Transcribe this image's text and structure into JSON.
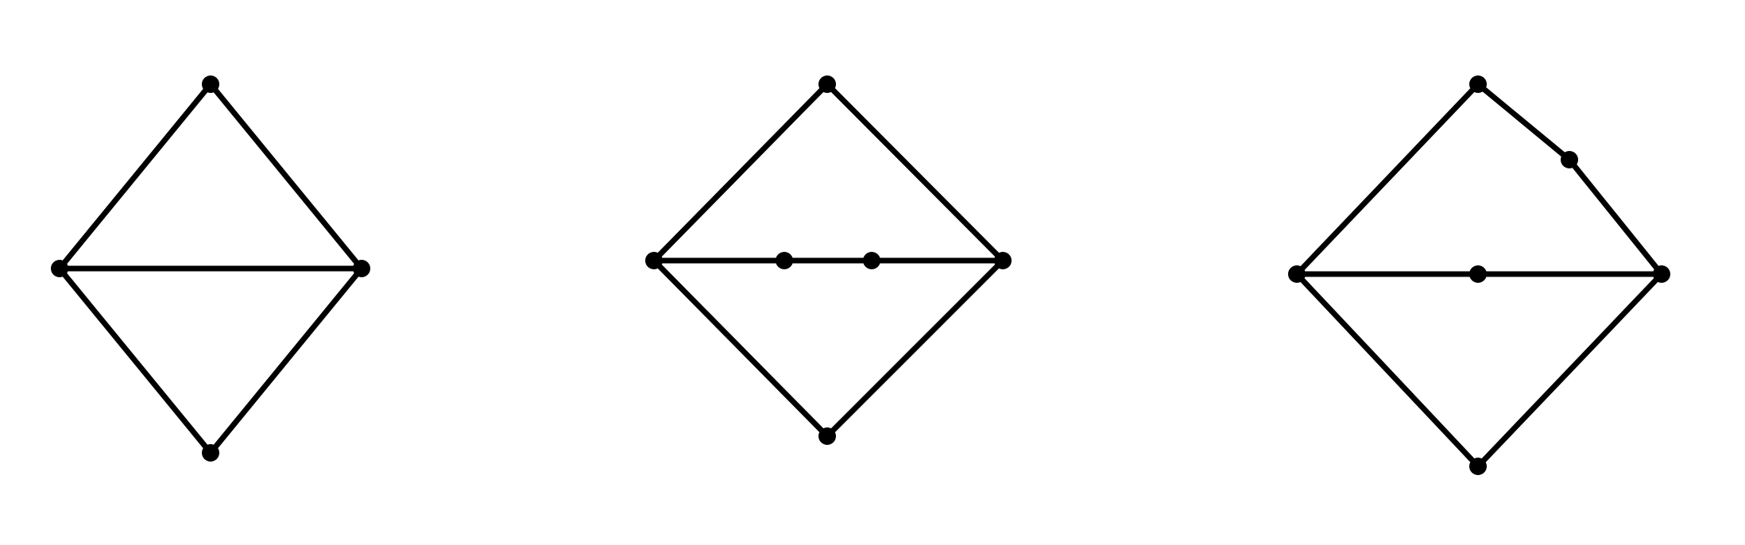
{
  "diagram": {
    "stroke_color": "#000000",
    "node_color": "#000000",
    "background": "#ffffff",
    "graphs": [
      {
        "name": "graph-1",
        "nodes": [
          "top",
          "left",
          "right",
          "bottom"
        ],
        "edges": [
          [
            "top",
            "left"
          ],
          [
            "top",
            "right"
          ],
          [
            "left",
            "right"
          ],
          [
            "left",
            "bottom"
          ],
          [
            "right",
            "bottom"
          ]
        ]
      },
      {
        "name": "graph-2",
        "nodes": [
          "top",
          "left",
          "mid-a",
          "mid-b",
          "right",
          "bottom"
        ],
        "edges": [
          [
            "top",
            "left"
          ],
          [
            "top",
            "right"
          ],
          [
            "left",
            "mid-a"
          ],
          [
            "mid-a",
            "mid-b"
          ],
          [
            "mid-b",
            "right"
          ],
          [
            "left",
            "bottom"
          ],
          [
            "right",
            "bottom"
          ]
        ]
      },
      {
        "name": "graph-3",
        "nodes": [
          "top",
          "upper-right",
          "left",
          "mid",
          "right",
          "bottom"
        ],
        "edges": [
          [
            "top",
            "left"
          ],
          [
            "top",
            "upper-right"
          ],
          [
            "upper-right",
            "right"
          ],
          [
            "left",
            "mid"
          ],
          [
            "mid",
            "right"
          ],
          [
            "left",
            "bottom"
          ],
          [
            "right",
            "bottom"
          ]
        ]
      }
    ]
  }
}
